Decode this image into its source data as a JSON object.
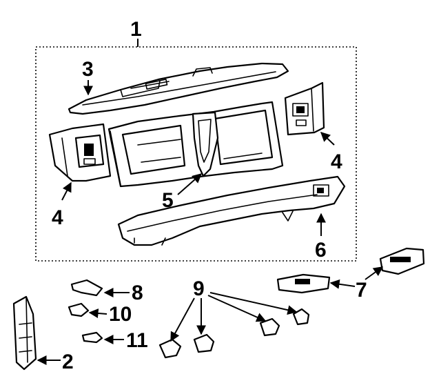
{
  "callouts": [
    {
      "id": "1",
      "label": "1"
    },
    {
      "id": "2",
      "label": "2"
    },
    {
      "id": "3",
      "label": "3"
    },
    {
      "id": "4a",
      "label": "4"
    },
    {
      "id": "4b",
      "label": "4"
    },
    {
      "id": "5",
      "label": "5"
    },
    {
      "id": "6",
      "label": "6"
    },
    {
      "id": "7",
      "label": "7"
    },
    {
      "id": "8",
      "label": "8"
    },
    {
      "id": "9",
      "label": "9"
    },
    {
      "id": "10",
      "label": "10"
    },
    {
      "id": "11",
      "label": "11"
    }
  ]
}
